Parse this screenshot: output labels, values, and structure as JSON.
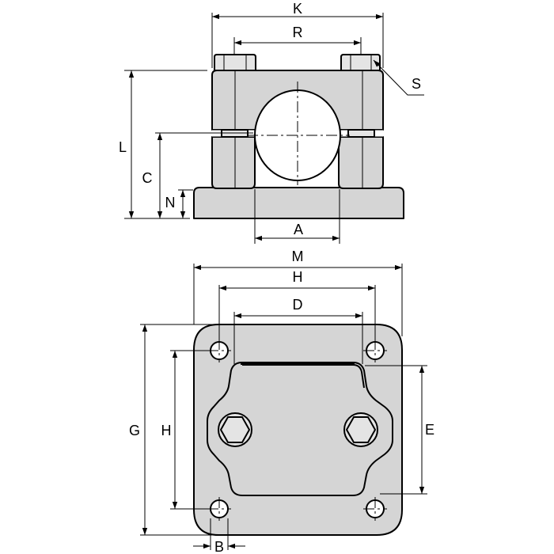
{
  "labels": {
    "K": "K",
    "R": "R",
    "S": "S",
    "L": "L",
    "C": "C",
    "N": "N",
    "A": "A",
    "M": "M",
    "H_top": "H",
    "D": "D",
    "G": "G",
    "H_left": "H",
    "E": "E",
    "B": "B"
  },
  "colors": {
    "part_fill": "#d5d5d5",
    "line": "#000000",
    "background": "#ffffff"
  }
}
